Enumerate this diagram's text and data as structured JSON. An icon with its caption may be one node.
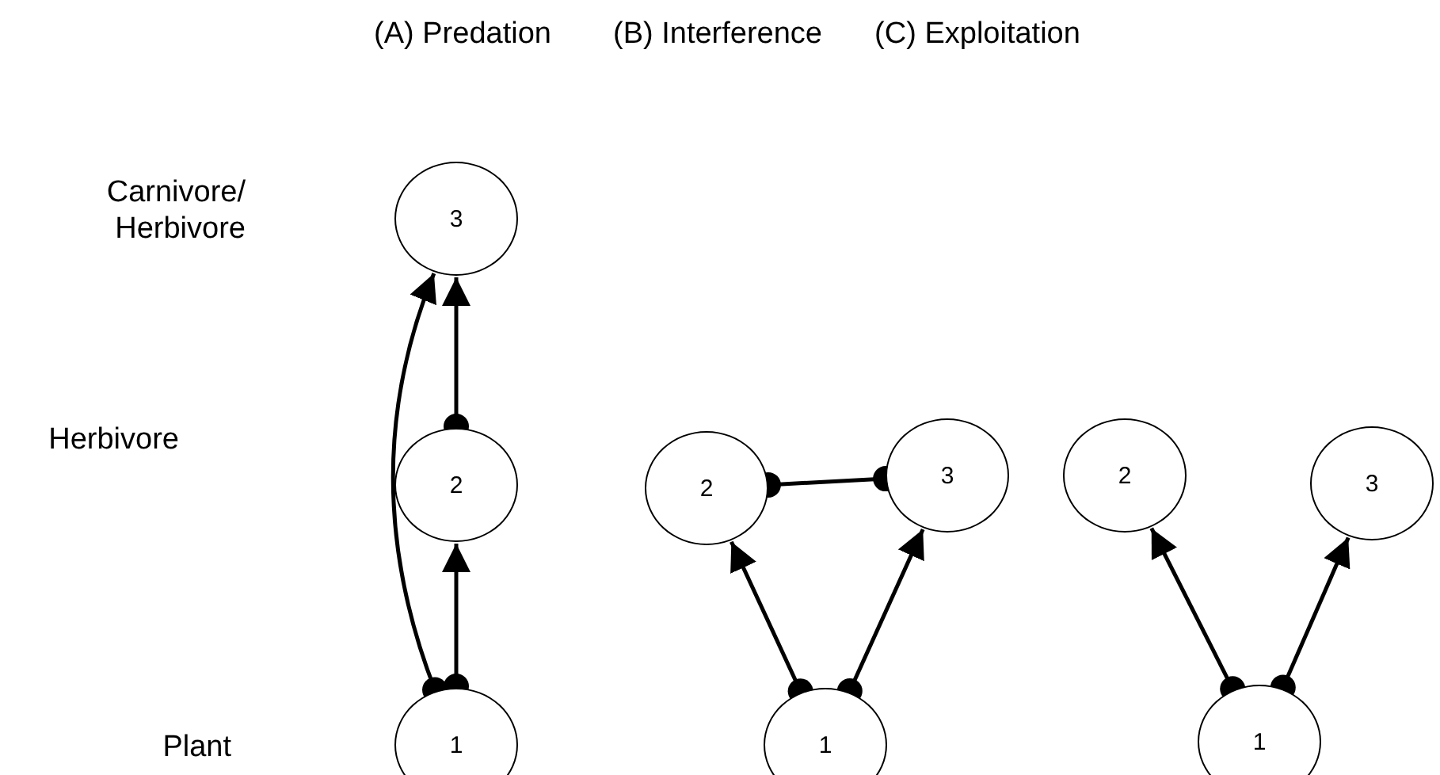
{
  "diagram": {
    "nodes": [
      {
        "text": [
          "3"
        ]
      },
      {
        "text": [
          "2"
        ]
      },
      {
        "text": [
          "1"
        ]
      },
      {
        "text": [
          "2"
        ]
      },
      {
        "text": [
          "3"
        ]
      },
      {
        "text": [
          "1"
        ]
      },
      {
        "text": [
          "2"
        ]
      },
      {
        "text": [
          "3"
        ]
      },
      {
        "text": [
          "1"
        ]
      }
    ],
    "edges": [
      {
        "from": 2,
        "to": 0,
        "arrow": "to"
      },
      {
        "from": 1,
        "to": 0,
        "arrow": "to"
      },
      {
        "from": 2,
        "to": 1,
        "arrow": "to"
      },
      {
        "from": 3,
        "to": 4,
        "arrow": "other"
      },
      {
        "from": 5,
        "to": 3,
        "arrow": "to"
      },
      {
        "from": 5,
        "to": 4,
        "arrow": "to"
      },
      {
        "from": 8,
        "to": 6,
        "arrow": "to"
      },
      {
        "from": 8,
        "to": 7,
        "arrow": "to"
      }
    ],
    "labels": [
      "(A) Predation",
      "(B) Interference",
      "(C) Exploitation",
      "Carnivore/ Herbivore",
      "Herbivore",
      "Plant"
    ]
  }
}
